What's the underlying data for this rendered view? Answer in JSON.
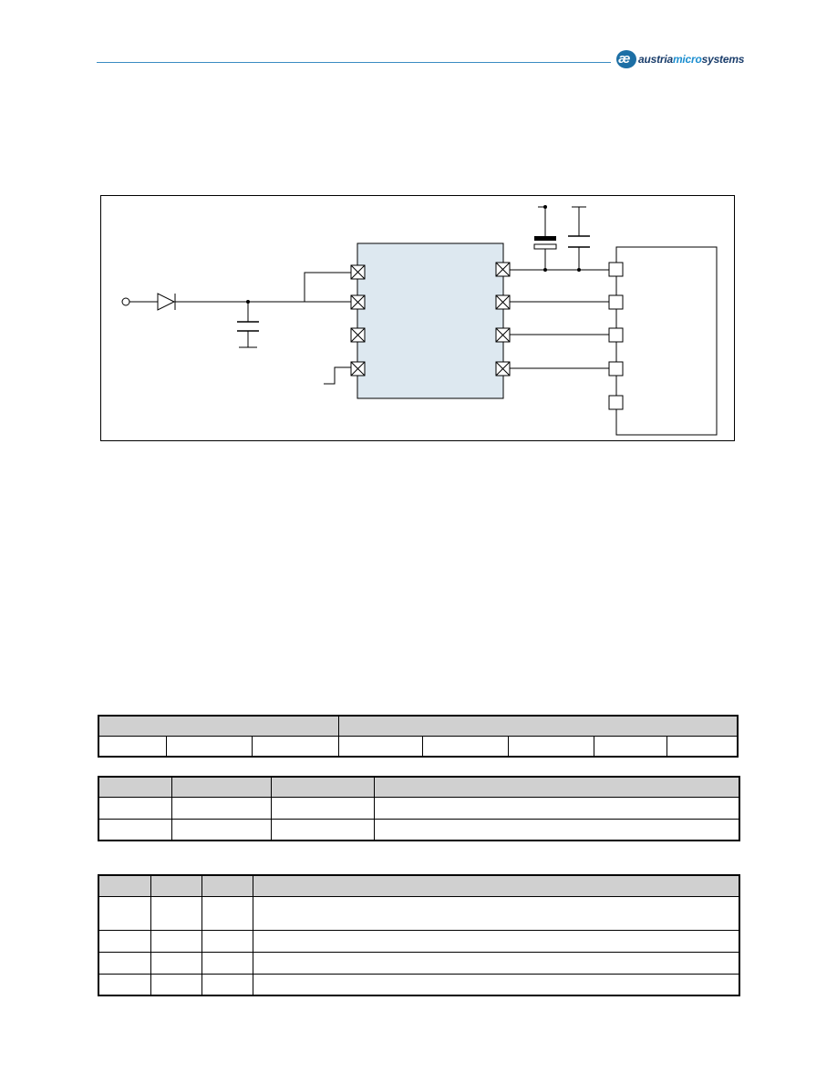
{
  "header": {
    "logo_mark": "æ",
    "logo_left": "austria",
    "logo_mid": "micro",
    "logo_right": "systems"
  },
  "colors": {
    "rule": "#3a8bc2",
    "ic_fill": "#dde8f0",
    "table_header": "#d0d0d0"
  },
  "table1": {
    "header_spans": [
      "",
      ""
    ],
    "row": [
      "",
      "",
      "",
      "",
      "",
      "",
      "",
      ""
    ]
  },
  "table2": {
    "header": [
      "",
      "",
      "",
      ""
    ],
    "rows": [
      [
        "",
        "",
        "",
        ""
      ],
      [
        "",
        "",
        "",
        ""
      ]
    ]
  },
  "table3": {
    "header": [
      "",
      "",
      "",
      ""
    ],
    "rows": [
      [
        "",
        "",
        "",
        ""
      ],
      [
        "",
        "",
        "",
        ""
      ],
      [
        "",
        "",
        "",
        ""
      ],
      [
        "",
        "",
        "",
        ""
      ]
    ]
  }
}
